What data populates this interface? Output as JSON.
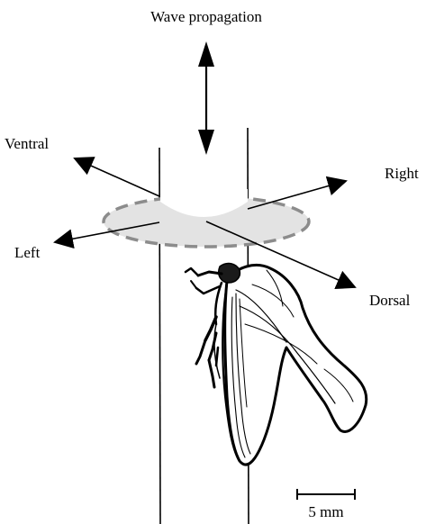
{
  "labels": {
    "wave_propagation": "Wave propagation",
    "ventral": "Ventral",
    "right": "Right",
    "left": "Left",
    "dorsal": "Dorsal",
    "scale": "5 mm"
  },
  "colors": {
    "ink": "#000000",
    "ellipse_fill": "#e3e3e3",
    "ellipse_stroke": "#8c8c8c",
    "background": "#ffffff"
  }
}
